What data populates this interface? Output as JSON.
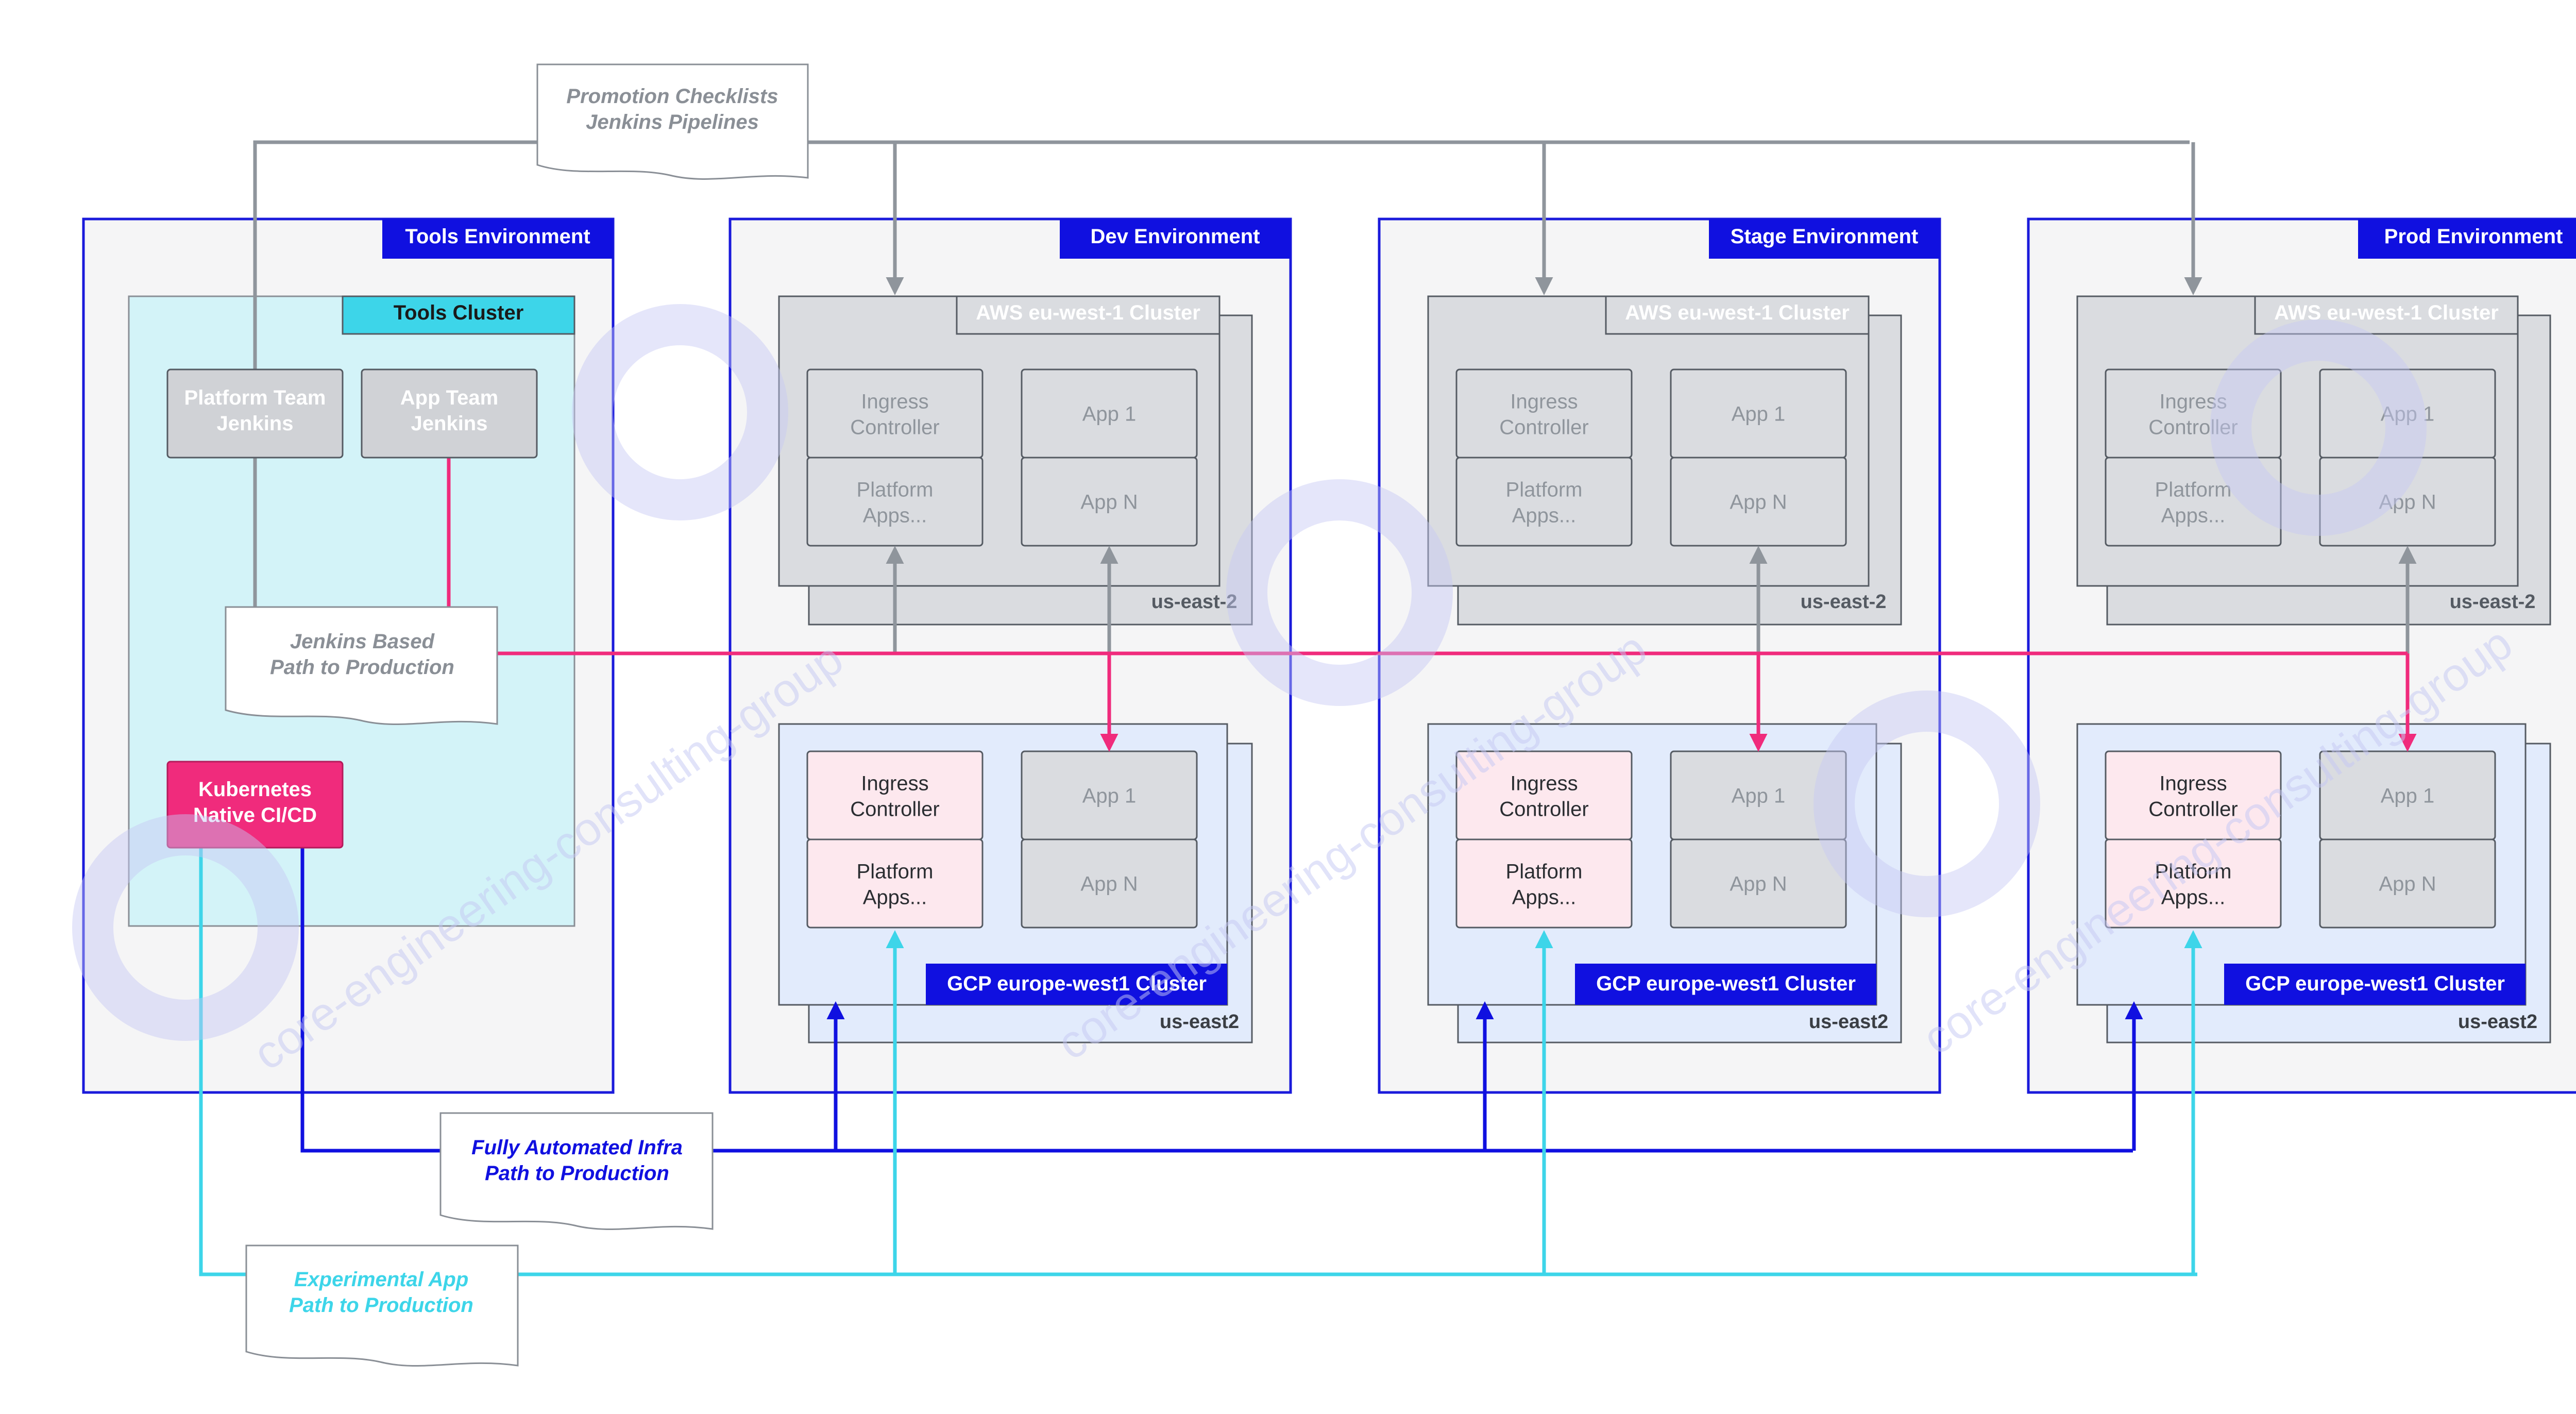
{
  "watermark": "core-engineering-consulting-group",
  "flows": {
    "promotion_doc": {
      "lines": [
        "Promotion Checklists",
        "Jenkins Pipelines"
      ],
      "color": "#8f959c"
    },
    "jenkins_doc": {
      "lines": [
        "Jenkins Based",
        "Path to Production"
      ],
      "color": "#f02b7c"
    },
    "infra_doc": {
      "lines": [
        "Fully Automated Infra",
        "Path to Production"
      ],
      "color": "#1010e0"
    },
    "experimental_doc": {
      "lines": [
        "Experimental App",
        "Path to Production"
      ],
      "color": "#3dd5e9"
    }
  },
  "tools": {
    "env_label": "Tools Environment",
    "cluster_label": "Tools Cluster",
    "platform_jenkins": [
      "Platform Team",
      "Jenkins"
    ],
    "app_jenkins": [
      "App Team",
      "Jenkins"
    ],
    "k8s_cicd": [
      "Kubernetes",
      "Native CI/CD"
    ]
  },
  "environments": [
    {
      "key": "dev",
      "label": "Dev Environment",
      "aws": {
        "label": "AWS eu-west-1 Cluster",
        "region": "us-east-2",
        "nodes": {
          "ingress": [
            "Ingress",
            "Controller"
          ],
          "platform": [
            "Platform",
            "Apps..."
          ],
          "app1": "App 1",
          "appN": "App N"
        }
      },
      "gcp": {
        "label": "GCP europe-west1 Cluster",
        "region": "us-east2",
        "nodes": {
          "ingress": [
            "Ingress",
            "Controller"
          ],
          "platform": [
            "Platform",
            "Apps..."
          ],
          "app1": "App 1",
          "appN": "App N"
        }
      }
    },
    {
      "key": "stage",
      "label": "Stage Environment",
      "aws": {
        "label": "AWS eu-west-1 Cluster",
        "region": "us-east-2",
        "nodes": {
          "ingress": [
            "Ingress",
            "Controller"
          ],
          "platform": [
            "Platform",
            "Apps..."
          ],
          "app1": "App 1",
          "appN": "App N"
        }
      },
      "gcp": {
        "label": "GCP europe-west1 Cluster",
        "region": "us-east2",
        "nodes": {
          "ingress": [
            "Ingress",
            "Controller"
          ],
          "platform": [
            "Platform",
            "Apps..."
          ],
          "app1": "App 1",
          "appN": "App N"
        }
      }
    },
    {
      "key": "prod",
      "label": "Prod Environment",
      "aws": {
        "label": "AWS eu-west-1 Cluster",
        "region": "us-east-2",
        "nodes": {
          "ingress": [
            "Ingress",
            "Controller"
          ],
          "platform": [
            "Platform",
            "Apps..."
          ],
          "app1": "App 1",
          "appN": "App N"
        }
      },
      "gcp": {
        "label": "GCP europe-west1 Cluster",
        "region": "us-east2",
        "nodes": {
          "ingress": [
            "Ingress",
            "Controller"
          ],
          "platform": [
            "Platform",
            "Apps..."
          ],
          "app1": "App 1",
          "appN": "App N"
        }
      }
    }
  ]
}
